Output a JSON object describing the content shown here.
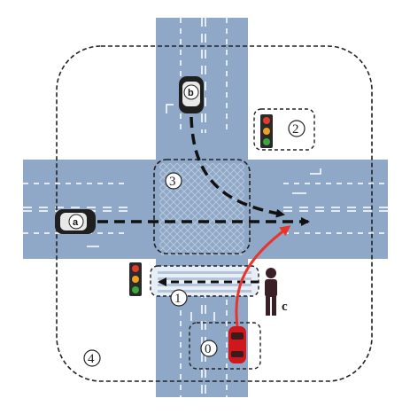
{
  "zones": {
    "z0": "0",
    "z1": "1",
    "z2": "2",
    "z3": "3",
    "z4": "4"
  },
  "vehicles": {
    "a": "a",
    "b": "b"
  },
  "pedestrian": {
    "label": "c"
  },
  "colors": {
    "road": "#8fa8c8",
    "road_dark": "#7e98bb",
    "background": "#ffffff",
    "ego_car": "#d0181c",
    "ego_path": "#e8342a",
    "dashed_path": "#111111",
    "pedestrian": "#3a2026",
    "light_red": "#e23b2e",
    "light_yellow": "#f0a020",
    "light_green": "#3aa83a"
  },
  "icons": [
    "traffic-light-icon",
    "car-icon",
    "pedestrian-icon",
    "arrow-icon"
  ]
}
